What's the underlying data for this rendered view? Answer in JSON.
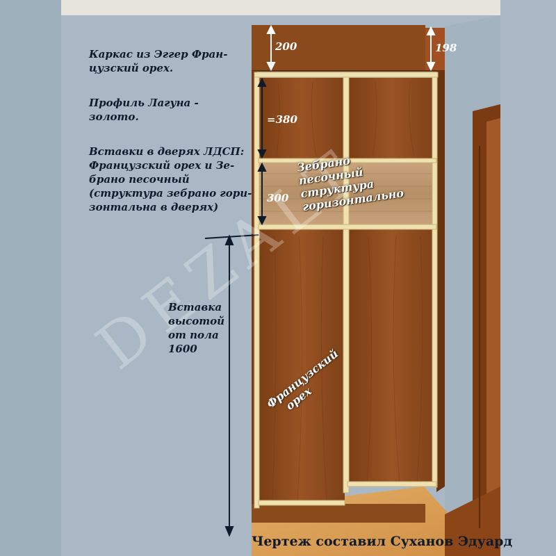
{
  "notes": {
    "frame_line1": "Каркас из Эггер Фран-",
    "frame_line2": "цузский орех.",
    "profile_line1": "Профиль Лагуна -",
    "profile_line2": "золото.",
    "inserts_line1": "Вставки в дверях ЛДСП:",
    "inserts_line2": "Французский орех и Зе-",
    "inserts_line3": "брано песочный",
    "inserts_line4": "(структура зебрано гори-",
    "inserts_line5": "зонтальна в дверях)"
  },
  "dimensions": {
    "top_height": "200",
    "ceiling_gap": "198",
    "upper_panel": "=380",
    "insert_height": "300",
    "floor_insert_line1": "Вставка",
    "floor_insert_line2": "высотой",
    "floor_insert_line3": "от пола",
    "floor_insert_line4": "1600"
  },
  "material_labels": {
    "zebrano_line1": "Зебрано",
    "zebrano_line2": "песочный",
    "zebrano_line3": "структура",
    "zebrano_line4": "горизонтально",
    "walnut_line1": "Французский",
    "walnut_line2": "орех"
  },
  "watermark": "DEZALT",
  "credit": "Чертеж составил Суханов Эдуард",
  "colors": {
    "wall": "#a9b8c4",
    "ceiling": "#e6e4dc",
    "walnut": "#8a4a1c",
    "zebrano": "#c29a72",
    "profile_gold": "#f0e2b0",
    "floor": "#dda35a"
  }
}
